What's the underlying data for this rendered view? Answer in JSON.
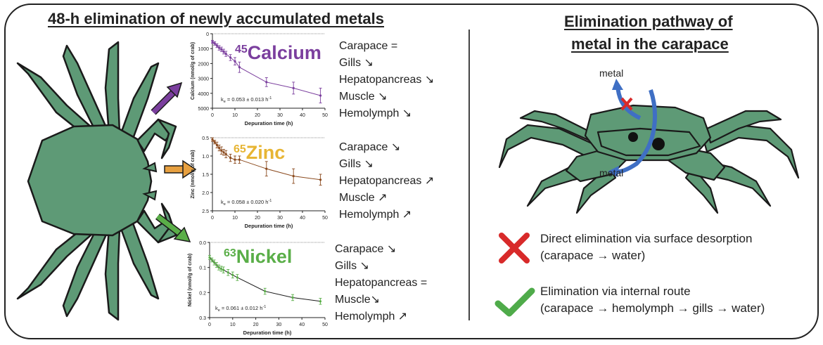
{
  "left_title": "48-h elimination of newly accumulated metals",
  "right_title_line1": "Elimination pathway of",
  "right_title_line2": "metal in the carapace",
  "colors": {
    "calcium": "#7b3f9e",
    "zinc": "#e7b534",
    "zinc_line": "#8b4a1e",
    "nickel": "#5aae48",
    "crab": "#5e9a76",
    "x_red": "#d82a2a",
    "check_green": "#4fab4a",
    "path_blue": "#3f6fc4"
  },
  "icons": {
    "arrow1": "arrow-icon",
    "x": "cross-icon",
    "check": "check-icon"
  },
  "pathway_labels": {
    "metal_top": "metal",
    "metal_bottom": "metal"
  },
  "legend": {
    "direct_line1": "Direct elimination via surface desorption",
    "direct_line2": "(carapace → water)",
    "internal_line1": "Elimination via internal route",
    "internal_line2": "(carapace → hemolymph → gills → water)"
  },
  "charts": {
    "calcium": {
      "iso": "45",
      "name": "Calcium",
      "ylabel": "Calcium (nmol/g of crab)",
      "xlabel": "Depuration time (h)",
      "ke": "k",
      "ke_sub": "e",
      "ke_value": " = 0.053 ± 0.013 h",
      "ke_sup": "-1",
      "yticks": [
        "0",
        "1000",
        "2000",
        "3000",
        "4000",
        "5000"
      ],
      "xticks": [
        "0",
        "10",
        "20",
        "30",
        "40",
        "50"
      ]
    },
    "zinc": {
      "iso": "65",
      "name": "Zinc",
      "ylabel": "Zinc (nmol/g of crab)",
      "xlabel": "Depuration time (h)",
      "ke": "k",
      "ke_sub": "e",
      "ke_value": " = 0.058 ± 0.020 h",
      "ke_sup": "-1",
      "yticks": [
        "0.5",
        "1.0",
        "1.5",
        "2.0",
        "2.5"
      ],
      "xticks": [
        "0",
        "10",
        "20",
        "30",
        "40",
        "50"
      ]
    },
    "nickel": {
      "iso": "63",
      "name": "Nickel",
      "ylabel": "Nickel (nmol/g of crab)",
      "xlabel": "Depuration time (h)",
      "ke": "k",
      "ke_sub": "e",
      "ke_value": " = 0.061 ± 0.012 h",
      "ke_sup": "-1",
      "yticks": [
        "0.0",
        "0.1",
        "0.2",
        "0.3"
      ],
      "xticks": [
        "0",
        "10",
        "20",
        "30",
        "40",
        "50"
      ]
    }
  },
  "chart_data": [
    {
      "type": "scatter",
      "metal": "Calcium",
      "ylim": [
        5000,
        0
      ],
      "xlim": [
        0,
        50
      ],
      "x": [
        0,
        1,
        2,
        3,
        4,
        5,
        6,
        8,
        10,
        12,
        24,
        36,
        48
      ],
      "y": [
        550,
        650,
        800,
        950,
        1050,
        1200,
        1350,
        1600,
        1850,
        2250,
        3250,
        3650,
        4150
      ],
      "err": [
        100,
        120,
        130,
        150,
        150,
        160,
        170,
        200,
        250,
        350,
        300,
        400,
        500
      ]
    },
    {
      "type": "scatter",
      "metal": "Zinc",
      "ylim": [
        2.5,
        0.5
      ],
      "xlim": [
        0,
        50
      ],
      "x": [
        0,
        1,
        2,
        3,
        4,
        5,
        6,
        8,
        10,
        12,
        24,
        36,
        48
      ],
      "y": [
        0.55,
        0.62,
        0.7,
        0.78,
        0.85,
        0.9,
        0.95,
        1.05,
        1.1,
        1.1,
        1.35,
        1.55,
        1.65
      ],
      "err": [
        0.05,
        0.05,
        0.08,
        0.08,
        0.1,
        0.08,
        0.1,
        0.1,
        0.1,
        0.1,
        0.2,
        0.2,
        0.15
      ]
    },
    {
      "type": "scatter",
      "metal": "Nickel",
      "ylim": [
        0.3,
        0.0
      ],
      "xlim": [
        0,
        50
      ],
      "x": [
        0,
        1,
        2,
        3,
        4,
        5,
        6,
        8,
        10,
        12,
        24,
        36,
        48
      ],
      "y": [
        0.06,
        0.07,
        0.08,
        0.09,
        0.1,
        0.105,
        0.11,
        0.12,
        0.13,
        0.14,
        0.195,
        0.22,
        0.235
      ],
      "err": [
        0.008,
        0.008,
        0.01,
        0.01,
        0.01,
        0.01,
        0.012,
        0.012,
        0.012,
        0.012,
        0.012,
        0.012,
        0.012
      ]
    }
  ],
  "effects": {
    "calcium": [
      "Carapace =",
      "Gills ↘",
      "Hepatopancreas ↘",
      "Muscle ↘",
      "Hemolymph ↘"
    ],
    "zinc": [
      "Carapace ↘",
      "Gills ↘",
      "Hepatopancreas ↗",
      "Muscle ↗",
      "Hemolymph ↗"
    ],
    "nickel": [
      "Carapace ↘",
      "Gills ↘",
      "Hepatopancreas =",
      "Muscle↘",
      "Hemolymph ↗"
    ]
  }
}
